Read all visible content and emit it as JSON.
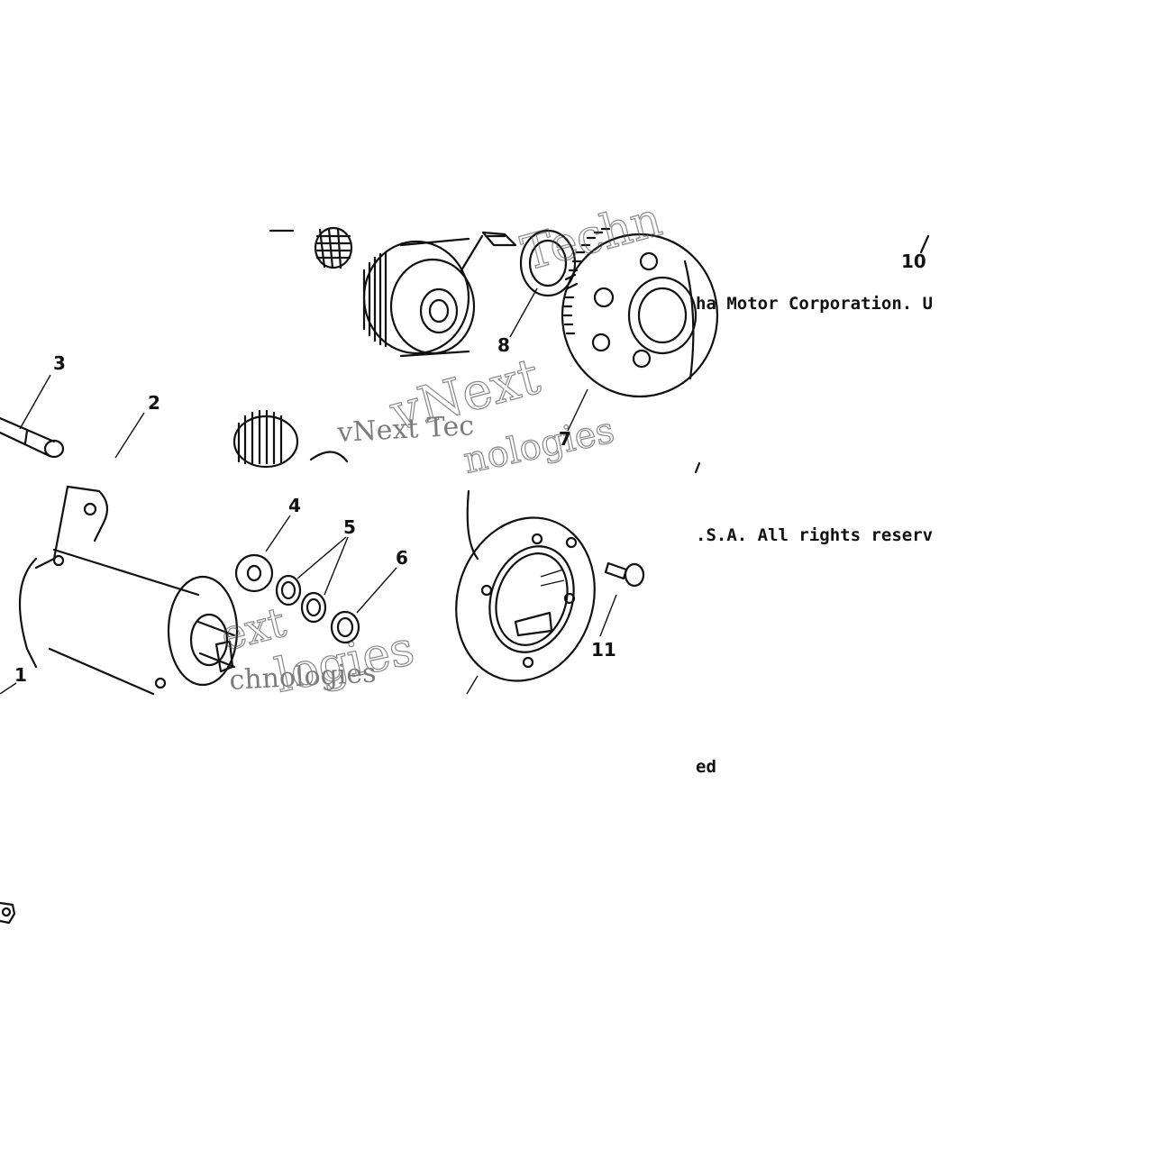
{
  "callouts": {
    "c1": "1",
    "c2": "2",
    "c3": "3",
    "c4": "4",
    "c5": "5",
    "c6": "6",
    "c7": "7",
    "c8": "8",
    "c10": "10",
    "c11": "11"
  },
  "copyright": {
    "line1": "ha Motor Corporation. U",
    "line2": ".S.A. All rights reserv",
    "line3": "ed"
  },
  "watermark": {
    "line1": "vNext",
    "line2": "Techn",
    "line3": "nologies",
    "line4": "logies",
    "line5": "vNext Tec",
    "line6": "chnologies"
  }
}
